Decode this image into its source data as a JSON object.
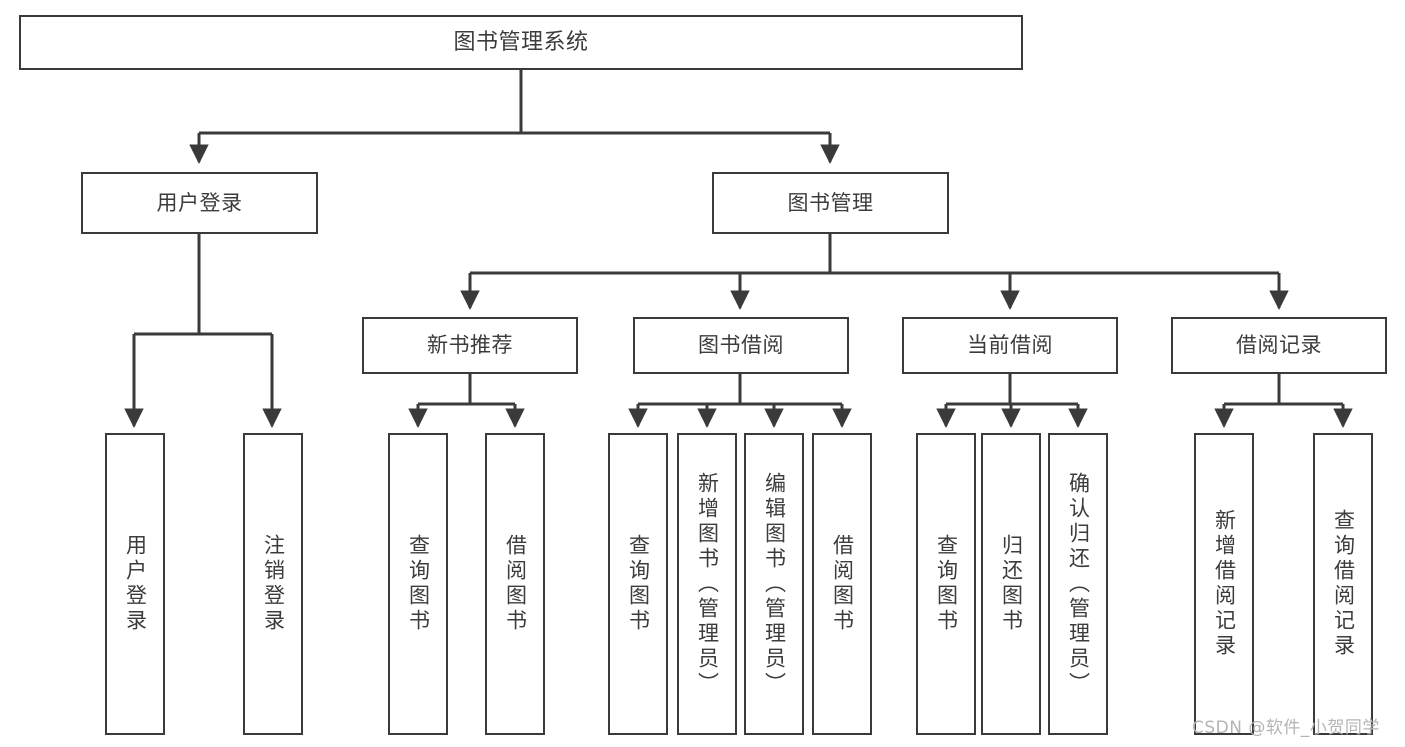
{
  "diagram": {
    "title": "图书管理系统",
    "type": "tree-hierarchy",
    "orientation": "top-down",
    "colors": {
      "stroke": "#3a3a3a",
      "text": "#3c3c3c",
      "background": "#ffffff",
      "watermark": "#b4b4b4"
    },
    "root": {
      "label": "图书管理系统"
    },
    "level2": [
      {
        "label": "用户登录"
      },
      {
        "label": "图书管理"
      }
    ],
    "level3": [
      {
        "label": "新书推荐"
      },
      {
        "label": "图书借阅"
      },
      {
        "label": "当前借阅"
      },
      {
        "label": "借阅记录"
      }
    ],
    "leaves": {
      "user_login": [
        {
          "label": "用户登录"
        },
        {
          "label": "注销登录"
        }
      ],
      "new_book_recommend": [
        {
          "label": "查询图书"
        },
        {
          "label": "借阅图书"
        }
      ],
      "book_borrow": [
        {
          "label": "查询图书"
        },
        {
          "label": "新增图书（管理员）"
        },
        {
          "label": "编辑图书（管理员）"
        },
        {
          "label": "借阅图书"
        }
      ],
      "current_borrow": [
        {
          "label": "查询图书"
        },
        {
          "label": "归还图书"
        },
        {
          "label": "确认归还（管理员）"
        }
      ],
      "borrow_record": [
        {
          "label": "新增借阅记录"
        },
        {
          "label": "查询借阅记录"
        }
      ]
    }
  },
  "watermark": {
    "text": "CSDN @软件_小贺同学"
  }
}
